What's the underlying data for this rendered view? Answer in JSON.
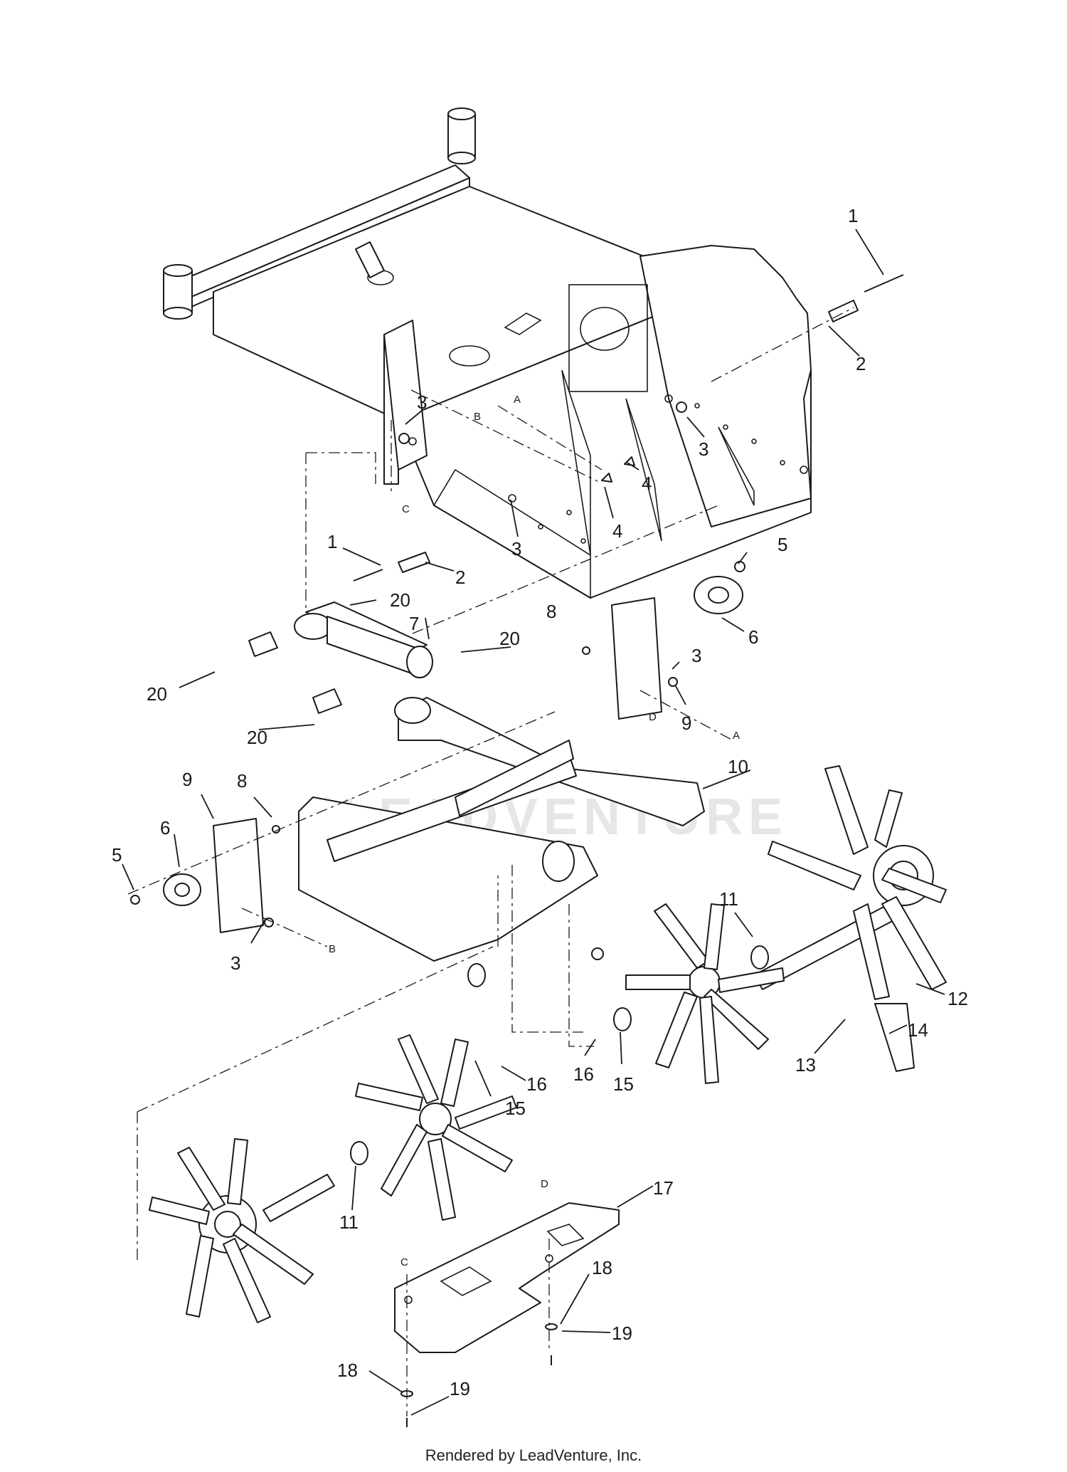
{
  "watermark": "LEADVENTURE",
  "footer": "Rendered by LeadVenture, Inc.",
  "callouts": [
    {
      "id": "c1a",
      "text": "1"
    },
    {
      "id": "c2a",
      "text": "2"
    },
    {
      "id": "c3a",
      "text": "3"
    },
    {
      "id": "c3b",
      "text": "3"
    },
    {
      "id": "c4a",
      "text": "4"
    },
    {
      "id": "c4b",
      "text": "4"
    },
    {
      "id": "c3c",
      "text": "3"
    },
    {
      "id": "c1b",
      "text": "1"
    },
    {
      "id": "c2b",
      "text": "2"
    },
    {
      "id": "c5a",
      "text": "5"
    },
    {
      "id": "c20a",
      "text": "20"
    },
    {
      "id": "c7",
      "text": "7"
    },
    {
      "id": "c6a",
      "text": "6"
    },
    {
      "id": "c8a",
      "text": "8"
    },
    {
      "id": "c20b",
      "text": "20"
    },
    {
      "id": "c3d",
      "text": "3"
    },
    {
      "id": "c20c",
      "text": "20"
    },
    {
      "id": "c9a",
      "text": "9"
    },
    {
      "id": "c20d",
      "text": "20"
    },
    {
      "id": "c10",
      "text": "10"
    },
    {
      "id": "c9b",
      "text": "9"
    },
    {
      "id": "c8b",
      "text": "8"
    },
    {
      "id": "c6b",
      "text": "6"
    },
    {
      "id": "c5b",
      "text": "5"
    },
    {
      "id": "c3e",
      "text": "3"
    },
    {
      "id": "c11a",
      "text": "11"
    },
    {
      "id": "c12",
      "text": "12"
    },
    {
      "id": "c14",
      "text": "14"
    },
    {
      "id": "c13",
      "text": "13"
    },
    {
      "id": "c16a",
      "text": "16"
    },
    {
      "id": "c15a",
      "text": "15"
    },
    {
      "id": "c16b",
      "text": "16"
    },
    {
      "id": "c15b",
      "text": "15"
    },
    {
      "id": "c11b",
      "text": "11"
    },
    {
      "id": "c17",
      "text": "17"
    },
    {
      "id": "c18a",
      "text": "18"
    },
    {
      "id": "c19a",
      "text": "19"
    },
    {
      "id": "c18b",
      "text": "18"
    },
    {
      "id": "c19b",
      "text": "19"
    }
  ],
  "reference_letters": [
    {
      "id": "rA1",
      "text": "A"
    },
    {
      "id": "rB1",
      "text": "B"
    },
    {
      "id": "rC1",
      "text": "C"
    },
    {
      "id": "rD1",
      "text": "D"
    },
    {
      "id": "rA2",
      "text": "A"
    },
    {
      "id": "rB2",
      "text": "B"
    },
    {
      "id": "rD2",
      "text": "D"
    },
    {
      "id": "rC2",
      "text": "C"
    }
  ]
}
